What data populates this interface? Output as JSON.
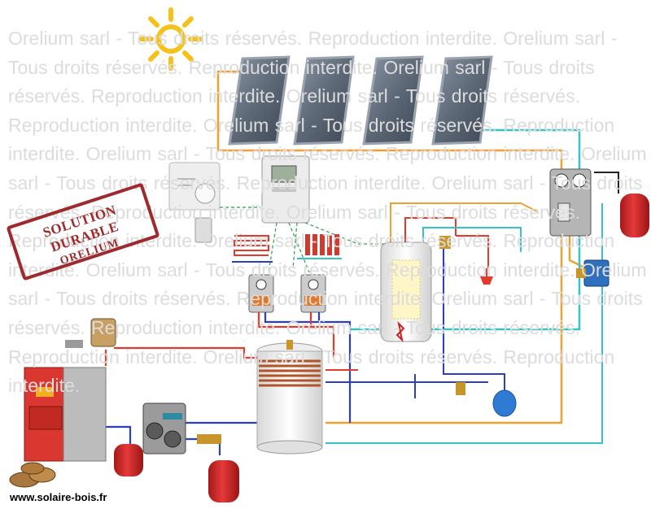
{
  "watermark": {
    "text": "Orelium sarl - Tous droits réservés. Reproduction interdite.    Orelium sarl - Tous droits réservés. Reproduction interdite.    Orelium sarl - Tous droits réservés. Reproduction interdite.    Orelium sarl - Tous droits réservés. Reproduction interdite.    Orelium sarl - Tous droits réservés. Reproduction interdite.    Orelium sarl - Tous droits réservés. Reproduction interdite.    Orelium sarl - Tous droits réservés. Reproduction interdite.    Orelium sarl - Tous droits réservés. Reproduction interdite.    Orelium sarl - Tous droits réservés. Reproduction interdite.    Orelium sarl - Tous droits réservés. Reproduction interdite.    Orelium sarl - Tous droits réservés. Reproduction interdite.    Orelium sarl - Tous droits réservés. Reproduction interdite.    Orelium sarl - Tous droits réservés. Reproduction interdite.    Orelium sarl - Tous droits réservés. Reproduction interdite.    Orelium sarl - Tous droits réservés. Reproduction interdite.",
    "color": "#dcdcdc"
  },
  "stamp": {
    "line1": "SOLUTION DURABLE",
    "line2": "ORELIUM",
    "color": "#9e2a2e"
  },
  "footer": {
    "website": "www.solaire-bois.fr"
  },
  "colors": {
    "hot_pipe": "#e23a2c",
    "cold_pipe": "#2b3fc4",
    "solar_pipe": "#f0a030",
    "return_pipe": "#35c3c9",
    "signal_wire": "#2e9e4a",
    "expansion_vessel": "#d42a2a",
    "sun": "#f5c21c",
    "boiler": "#d9372f"
  },
  "icons": [
    "sun-icon",
    "solar-panel",
    "thermostat",
    "solar-controller",
    "pump-station",
    "expansion-vessel",
    "boiler",
    "buffer-tank",
    "water-heater",
    "radiator",
    "underfloor-heating",
    "logs"
  ]
}
